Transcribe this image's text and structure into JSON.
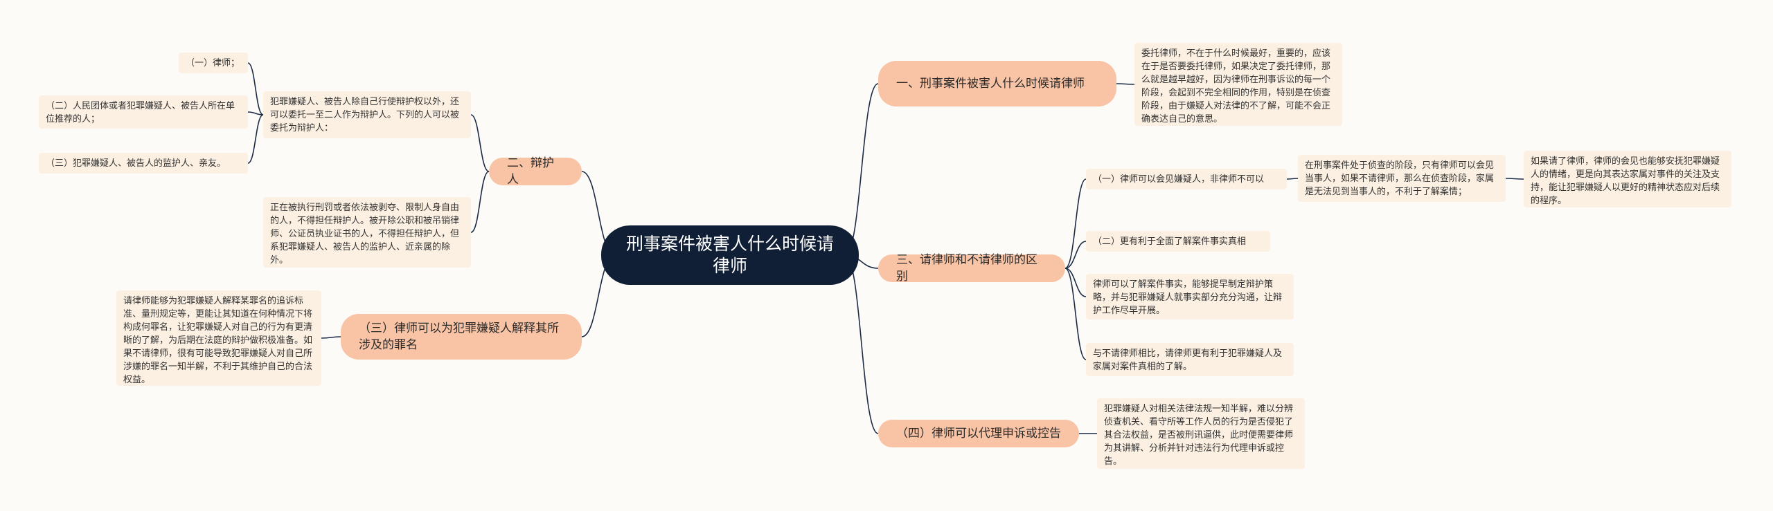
{
  "colors": {
    "background": "#fcfbf7",
    "root_fill": "#101f36",
    "branch_fill": "#f9c4a5",
    "leaf_fill": "#fcf0e2",
    "connector": "#1b2a44"
  },
  "root": {
    "text": "刑事案件被害人什么时候请律师"
  },
  "branches": {
    "b1": {
      "label": "一、刑事案件被害人什么时候请律师"
    },
    "b2": {
      "label": "二、辩护人"
    },
    "b3": {
      "label": "（三）律师可以为犯罪嫌疑人解释其所涉及的罪名"
    },
    "b4": {
      "label": "三、请律师和不请律师的区别"
    },
    "b5": {
      "label": "（四）律师可以代理申诉或控告"
    }
  },
  "leaves": {
    "b1_text": "委托律师，不在于什么时候最好，重要的，应该在于是否要委托律师，如果决定了委托律师，那么就是越早越好，因为律师在刑事诉讼的每一个阶段，会起到不完全相同的作用，特别是在侦查阶段，由于嫌疑人对法律的不了解，可能不会正确表达自己的意思。",
    "b2_intro": "犯罪嫌疑人、被告人除自己行使辩护权以外，还可以委托一至二人作为辩护人。下列的人可以被委托为辩护人：",
    "b2_item1": "（一）律师；",
    "b2_item2": "（二）人民团体或者犯罪嫌疑人、被告人所在单位推荐的人；",
    "b2_item3": "（三）犯罪嫌疑人、被告人的监护人、亲友。",
    "b2_note": "正在被执行刑罚或者依法被剥夺、限制人身自由的人，不得担任辩护人。被开除公职和被吊销律师、公证员执业证书的人，不得担任辩护人，但系犯罪嫌疑人、被告人的监护人、近亲属的除外。",
    "b3_text": "请律师能够为犯罪嫌疑人解释某罪名的追诉标准、量刑规定等，更能让其知道在何种情况下将构成何罪名，让犯罪嫌疑人对自己的行为有更清晰的了解，为后期在法庭的辩护做积极准备。如果不请律师，很有可能导致犯罪嫌疑人对自己所涉嫌的罪名一知半解，不利于其维护自己的合法权益。",
    "b4_item1": "（一）律师可以会见嫌疑人，非律师不可以",
    "b4_item1_detail": "在刑事案件处于侦查的阶段，只有律师可以会见当事人，如果不请律师，那么在侦查阶段，家属是无法见到当事人的，不利于了解案情；",
    "b4_item1_more": "如果请了律师，律师的会见也能够安抚犯罪嫌疑人的情绪，更是向其表达家属对事件的关注及支持，能让犯罪嫌疑人以更好的精神状态应对后续的程序。",
    "b4_item2": "（二）更有利于全面了解案件事实真相",
    "b4_item3": "律师可以了解案件事实，能够提早制定辩护策略，并与犯罪嫌疑人就事实部分充分沟通，让辩护工作尽早开展。",
    "b4_item4": "与不请律师相比，请律师更有利于犯罪嫌疑人及家属对案件真相的了解。",
    "b5_text": "犯罪嫌疑人对相关法律法规一知半解，难以分辨侦查机关、看守所等工作人员的行为是否侵犯了其合法权益，是否被刑讯逼供，此时便需要律师为其讲解、分析并针对违法行为代理申诉或控告。"
  }
}
